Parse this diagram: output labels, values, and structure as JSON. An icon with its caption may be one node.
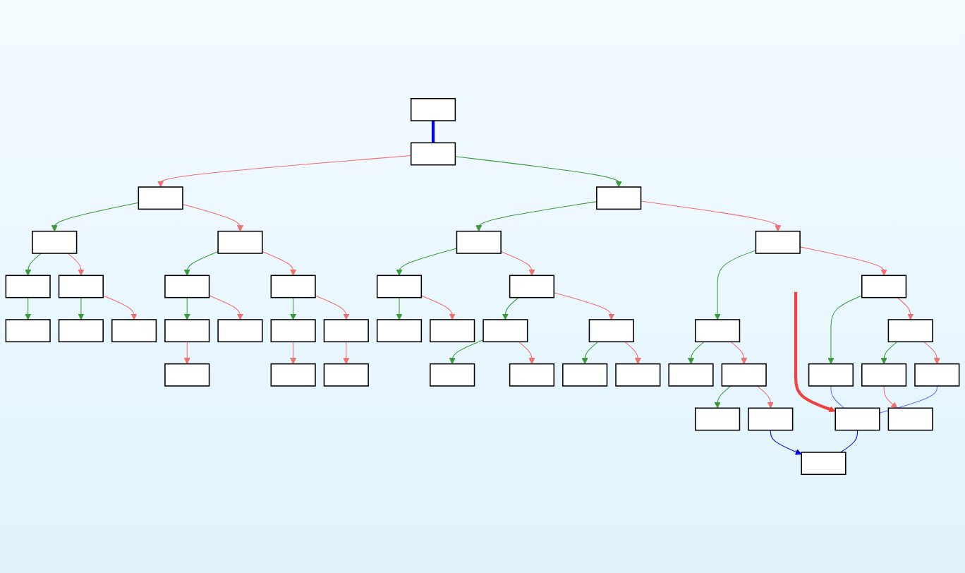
{
  "diagram": {
    "nodes": [
      {
        "text": [],
        "shape": "box"
      },
      {
        "text": [],
        "shape": "box"
      },
      {
        "text": [],
        "shape": "box"
      },
      {
        "text": [],
        "shape": "box"
      },
      {
        "text": [],
        "shape": "box"
      },
      {
        "text": [],
        "shape": "box"
      },
      {
        "text": [],
        "shape": "box"
      },
      {
        "text": [],
        "shape": "box"
      },
      {
        "text": [],
        "shape": "box"
      },
      {
        "text": [],
        "shape": "box"
      },
      {
        "text": [],
        "shape": "box"
      },
      {
        "text": [],
        "shape": "box"
      },
      {
        "text": [],
        "shape": "box"
      },
      {
        "text": [],
        "shape": "box"
      },
      {
        "text": [],
        "shape": "box"
      },
      {
        "text": [],
        "shape": "box"
      },
      {
        "text": [],
        "shape": "box"
      },
      {
        "text": [],
        "shape": "box"
      },
      {
        "text": [],
        "shape": "box"
      },
      {
        "text": [],
        "shape": "box"
      },
      {
        "text": [],
        "shape": "box"
      },
      {
        "text": [],
        "shape": "box"
      },
      {
        "text": [],
        "shape": "box"
      },
      {
        "text": [],
        "shape": "box"
      },
      {
        "text": [],
        "shape": "box"
      },
      {
        "text": [],
        "shape": "box"
      },
      {
        "text": [],
        "shape": "box"
      },
      {
        "text": [],
        "shape": "box"
      },
      {
        "text": [],
        "shape": "box"
      },
      {
        "text": [],
        "shape": "box"
      },
      {
        "text": [],
        "shape": "box"
      },
      {
        "text": [],
        "shape": "box"
      },
      {
        "text": [],
        "shape": "box"
      },
      {
        "text": [],
        "shape": "box"
      },
      {
        "text": [],
        "shape": "box"
      },
      {
        "text": [],
        "shape": "box"
      },
      {
        "text": [],
        "shape": "box"
      },
      {
        "text": [],
        "shape": "box"
      },
      {
        "text": [],
        "shape": "box"
      },
      {
        "text": [],
        "shape": "box"
      },
      {
        "text": [],
        "shape": "box"
      },
      {
        "text": [],
        "shape": "box"
      },
      {
        "text": [],
        "shape": "box"
      },
      {
        "text": [],
        "shape": "box"
      },
      {
        "text": [],
        "shape": "box"
      }
    ],
    "edges": [
      {
        "from": 0,
        "to": 1,
        "arrow": "none",
        "style": "thick",
        "color": "#0000e6"
      },
      {
        "from": 1,
        "to": 2,
        "arrow": "to",
        "color": "#3a9a3a"
      },
      {
        "from": 1,
        "to": 3,
        "arrow": "to",
        "color": "#f07070"
      },
      {
        "from": 2,
        "to": 4,
        "arrow": "to",
        "color": "#f07070"
      },
      {
        "from": 2,
        "to": 5,
        "arrow": "to",
        "color": "#3a9a3a"
      },
      {
        "from": 3,
        "to": 6,
        "arrow": "to",
        "color": "#f07070"
      },
      {
        "from": 3,
        "to": 7,
        "arrow": "to",
        "color": "#3a9a3a"
      },
      {
        "from": 4,
        "to": 8,
        "arrow": "to",
        "color": "#f07070"
      },
      {
        "from": 4,
        "to": 9,
        "arrow": "to",
        "color": "#3a9a3a"
      },
      {
        "from": 5,
        "to": 10,
        "arrow": "to",
        "color": "#f07070"
      },
      {
        "from": 5,
        "to": 11,
        "arrow": "to",
        "color": "#3a9a3a"
      },
      {
        "from": 6,
        "to": 12,
        "arrow": "to",
        "color": "#f07070"
      },
      {
        "from": 6,
        "to": 13,
        "arrow": "to",
        "color": "#3a9a3a"
      },
      {
        "from": 7,
        "to": 14,
        "arrow": "to",
        "color": "#f07070"
      },
      {
        "from": 7,
        "to": 15,
        "arrow": "to",
        "color": "#3a9a3a"
      },
      {
        "from": 8,
        "to": 16,
        "arrow": "to",
        "color": "#f07070"
      },
      {
        "from": 9,
        "to": 17,
        "arrow": "to",
        "color": "#f07070"
      },
      {
        "from": 11,
        "to": 18,
        "arrow": "to",
        "color": "#f07070"
      },
      {
        "from": 10,
        "to": 19,
        "arrow": "to",
        "color": "#f07070"
      },
      {
        "from": 10,
        "to": 20,
        "arrow": "to",
        "color": "#3a9a3a"
      },
      {
        "from": 11,
        "to": 21,
        "arrow": "to",
        "color": "#3a9a3a"
      },
      {
        "from": 12,
        "to": 22,
        "arrow": "to",
        "color": "#f07070"
      },
      {
        "from": 12,
        "to": 23,
        "arrow": "to",
        "color": "#3a9a3a"
      },
      {
        "from": 13,
        "to": 24,
        "arrow": "to",
        "color": "#f07070"
      },
      {
        "from": 13,
        "to": 25,
        "arrow": "to",
        "color": "#3a9a3a"
      },
      {
        "from": 14,
        "to": 26,
        "arrow": "to",
        "color": "#f07070"
      },
      {
        "from": 14,
        "to": 27,
        "arrow": "to",
        "color": "#3a9a3a"
      },
      {
        "from": 15,
        "to": 28,
        "arrow": "to",
        "color": "#3a9a3a"
      },
      {
        "from": 8,
        "to": 29,
        "arrow": "to",
        "color": "#3a9a3a"
      },
      {
        "from": 16,
        "to": 30,
        "arrow": "to",
        "color": "#f07070"
      },
      {
        "from": 16,
        "to": 31,
        "arrow": "to",
        "color": "#3a9a3a"
      },
      {
        "from": 17,
        "to": 32,
        "arrow": "to",
        "color": "#f07070"
      },
      {
        "from": 17,
        "to": 33,
        "arrow": "to",
        "color": "#3a9a3a"
      },
      {
        "from": 9,
        "to": 34,
        "arrow": "to",
        "color": "#3a9a3a"
      },
      {
        "from": 19,
        "to": 35,
        "arrow": "to",
        "color": "#f07070"
      },
      {
        "from": 19,
        "to": 36,
        "arrow": "to",
        "color": "#3a9a3a"
      },
      {
        "from": 20,
        "to": 37,
        "arrow": "to",
        "color": "#f07070"
      },
      {
        "from": 20,
        "to": 38,
        "arrow": "to",
        "color": "#3a9a3a"
      },
      {
        "from": 22,
        "to": 39,
        "arrow": "to",
        "color": "#f07070"
      },
      {
        "from": 23,
        "to": 40,
        "arrow": "to",
        "color": "#f07070"
      },
      {
        "from": 25,
        "to": 41,
        "arrow": "to",
        "color": "#f07070"
      },
      {
        "from": 31,
        "to": 42,
        "arrow": "to",
        "color": "#f07070"
      },
      {
        "from": 29,
        "to": 43,
        "arrow": "none",
        "color": "#6a6aff"
      },
      {
        "from": 30,
        "to": 43,
        "arrow": "none",
        "color": "#6a6aff"
      },
      {
        "from": 32,
        "to": 44,
        "arrow": "to",
        "color": "#0000e6"
      },
      {
        "from": 43,
        "to": 44,
        "arrow": "none",
        "color": "#0000e6"
      },
      {
        "from": null,
        "to": 43,
        "arrow": "to",
        "style": "thick",
        "color": "#f04040"
      }
    ]
  }
}
